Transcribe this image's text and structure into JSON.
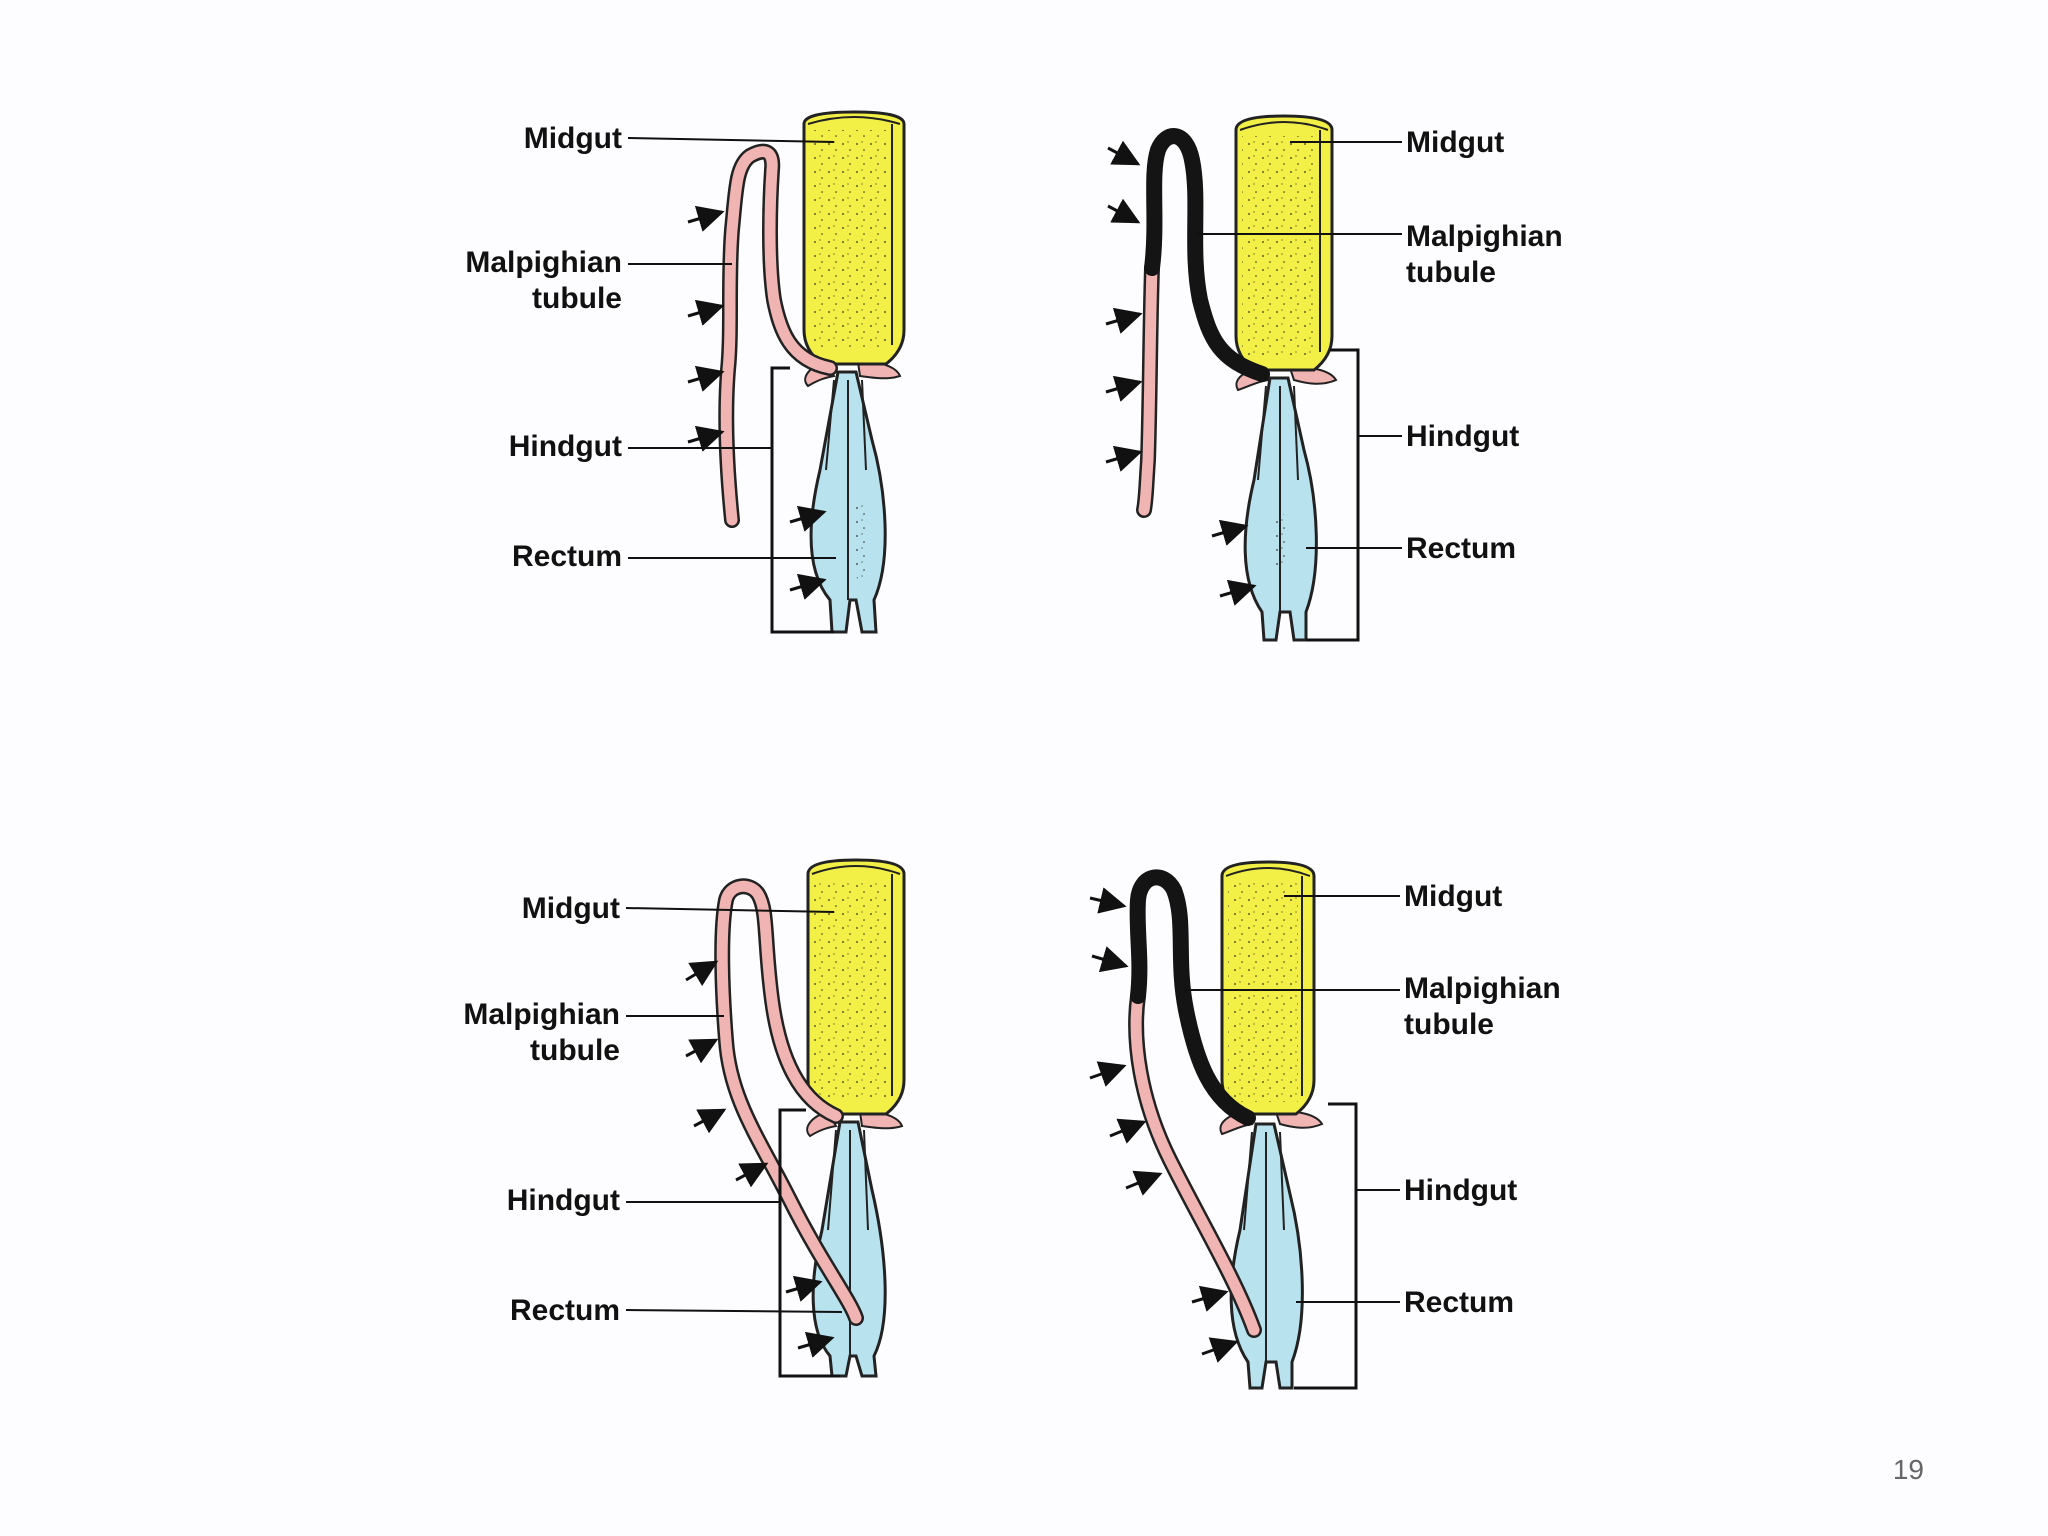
{
  "slide_number": "19",
  "colors": {
    "midgut": "#f2f046",
    "tubule_pink": "#f0b4b2",
    "tubule_black": "#141414",
    "hindgut_blue": "#b7e2ee",
    "outline": "#222222"
  },
  "panels": [
    {
      "labels": {
        "midgut": "Midgut",
        "tubule_line1": "Malpighian",
        "tubule_line2": "tubule",
        "hindgut": "Hindgut",
        "rectum": "Rectum"
      },
      "tubule": "pink free"
    },
    {
      "labels": {
        "midgut": "Midgut",
        "tubule_line1": "Malpighian",
        "tubule_line2": "tubule",
        "hindgut": "Hindgut",
        "rectum": "Rectum"
      },
      "tubule": "pink and black free"
    },
    {
      "labels": {
        "midgut": "Midgut",
        "tubule_line1": "Malpighian",
        "tubule_line2": "tubule",
        "hindgut": "Hindgut",
        "rectum": "Rectum"
      },
      "tubule": "pink cryptonephric"
    },
    {
      "labels": {
        "midgut": "Midgut",
        "tubule_line1": "Malpighian",
        "tubule_line2": "tubule",
        "hindgut": "Hindgut",
        "rectum": "Rectum"
      },
      "tubule": "pink and black cryptonephric"
    }
  ]
}
